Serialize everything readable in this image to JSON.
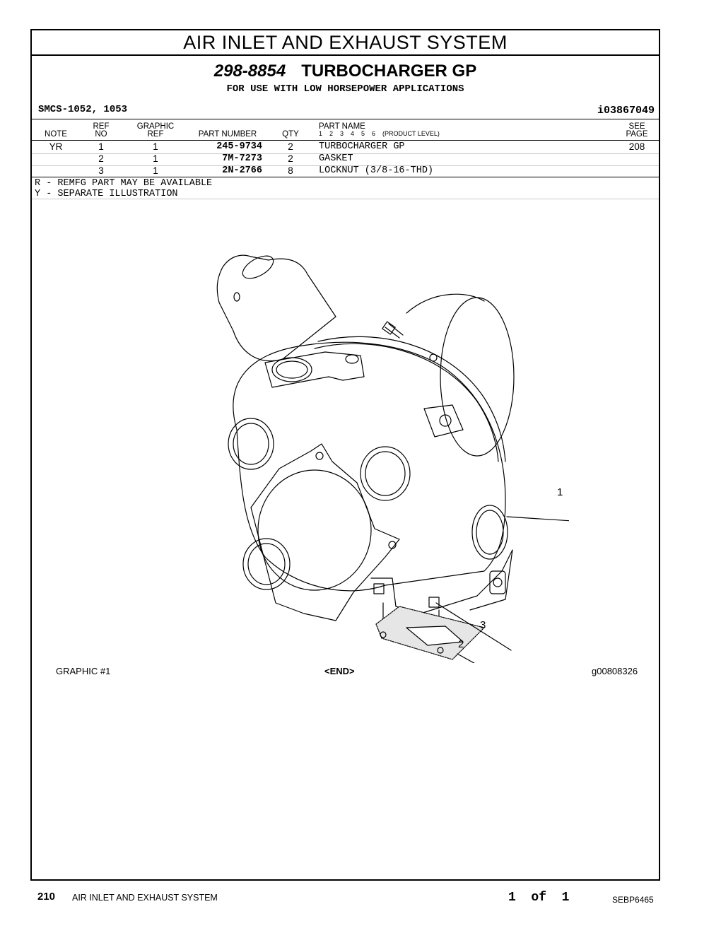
{
  "document": {
    "system_title": "AIR INLET AND EXHAUST SYSTEM",
    "group_number": "298-8854",
    "group_name": "TURBOCHARGER GP",
    "subtitle": "FOR USE WITH LOW HORSEPOWER APPLICATIONS",
    "smcs": "SMCS-1052, 1053",
    "ident": "i03867049"
  },
  "table": {
    "headers": {
      "note": "NOTE",
      "ref_no_1": "REF",
      "ref_no_2": "NO",
      "graphic_ref_1": "GRAPHIC",
      "graphic_ref_2": "REF",
      "part_number": "PART NUMBER",
      "qty": "QTY",
      "part_name": "PART NAME",
      "product_level": "1    2    3    4    5    6    (PRODUCT LEVEL)",
      "see_page_1": "SEE",
      "see_page_2": "PAGE"
    },
    "rows": [
      {
        "note": "YR",
        "ref_no": "1",
        "graphic_ref": "1",
        "part_number": "245-9734",
        "qty": "2",
        "part_name": "TURBOCHARGER GP",
        "see_page": "208"
      },
      {
        "note": "",
        "ref_no": "2",
        "graphic_ref": "1",
        "part_number": "7M-7273",
        "qty": "2",
        "part_name": "GASKET",
        "see_page": ""
      },
      {
        "note": "",
        "ref_no": "3",
        "graphic_ref": "1",
        "part_number": "2N-2766",
        "qty": "8",
        "part_name": "LOCKNUT (3/8-16-THD)",
        "see_page": ""
      }
    ]
  },
  "legend": [
    "R - REMFG PART MAY BE AVAILABLE",
    "Y - SEPARATE ILLUSTRATION"
  ],
  "graphic": {
    "callouts": [
      "1",
      "3",
      "2"
    ],
    "label": "GRAPHIC #1",
    "end_marker": "<END>",
    "graphic_id": "g00808326"
  },
  "footer": {
    "page_number": "210",
    "section": "AIR INLET AND EXHAUST SYSTEM",
    "page_of": "1  of  1",
    "publication": "SEBP6465"
  }
}
